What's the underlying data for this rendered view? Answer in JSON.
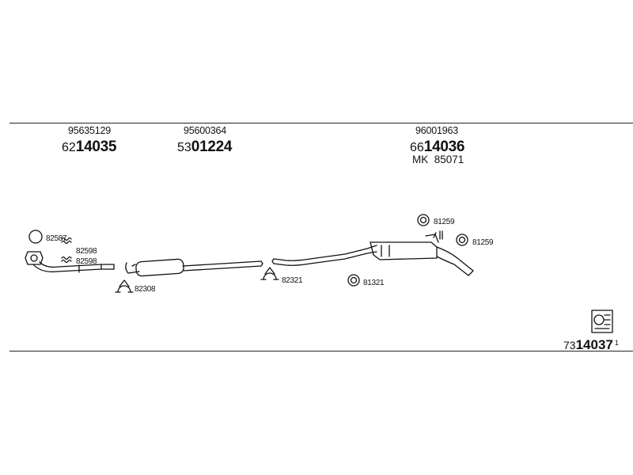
{
  "groups": [
    {
      "part_number": "95635129",
      "code_prefix": "62",
      "code_main": "14035"
    },
    {
      "part_number": "95600364",
      "code_prefix": "53",
      "code_main": "01224"
    },
    {
      "part_number": "96001963",
      "code_prefix": "66",
      "code_main": "14036",
      "kit_label": "MK",
      "kit_number": "85071"
    }
  ],
  "parts": {
    "seal_front": "82587",
    "spring_top": "82598",
    "spring_bottom": "82598",
    "clamp_front": "82308",
    "clamp_mid": "82321",
    "ring_mid": "81321",
    "hanger_top": "81259",
    "hanger_right": "81259"
  },
  "footer": {
    "prefix": "73",
    "main": "14037",
    "suffix": "1",
    "icon": "assembly-kit-icon"
  }
}
